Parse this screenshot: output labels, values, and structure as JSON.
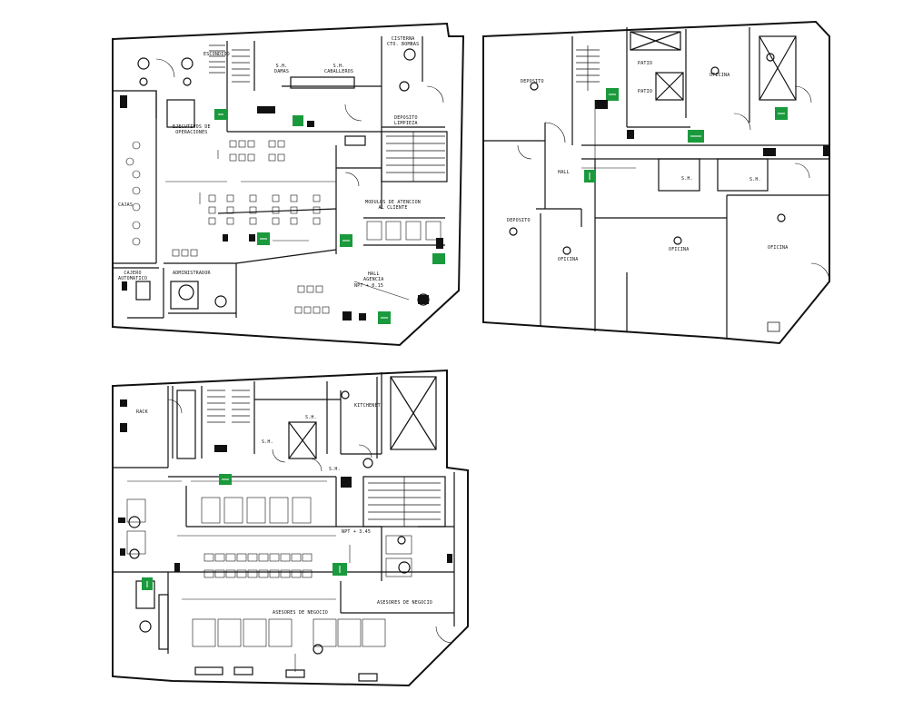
{
  "labels": {
    "p1_escondido": "ESCONDIDO",
    "p1_sh_damas": "S.H.\nDAMAS",
    "p1_sh_caballeros": "S.H.\nCABALLEROS",
    "p1_cisterna": "CISTERNA\nCTO. BOMBAS",
    "p1_deposito_limpieza": "DEPOSITO\nLIMPIEZA",
    "p1_ejecutivos": "EJECUTIVOS DE\nOPERACIONES",
    "p1_cajas": "CAJAS",
    "p1_modulos": "MODULOS DE ATENCION\nAL CLIENTE",
    "p1_hall": "HALL\nAGENCIA",
    "p1_npt": "NPT + 0.15",
    "p1_cajero": "CAJERO\nAUTOMATICO",
    "p1_administrador": "ADMINISTRADOR",
    "p2_deposito_a": "DEPOSITO",
    "p2_deposito_b": "DEPOSITO",
    "p2_hall": "HALL",
    "p2_patio": "PATIO",
    "p2_sh_a": "S.H.",
    "p2_sh_b": "S.H.",
    "p2_oficina_a": "OFICINA",
    "p2_oficina_b": "OFICINA",
    "p2_oficina_c": "OFICINA",
    "p2_oficina_d": "OFICINA",
    "p2_patio_top": "PATIO",
    "p3_rack": "RACK",
    "p3_sh_a": "S.H.",
    "p3_sh_b": "S.H.",
    "p3_sh_c": "S.H.",
    "p3_kitchenet": "KITCHENET",
    "p3_npt": "NPT + 3.45",
    "p3_asesores_a": "ASESORES DE NEGOCIO",
    "p3_asesores_b": "ASESORES DE NEGOCIO"
  },
  "exit_sign_color": "#1a9a3c",
  "line_color": "#111111"
}
